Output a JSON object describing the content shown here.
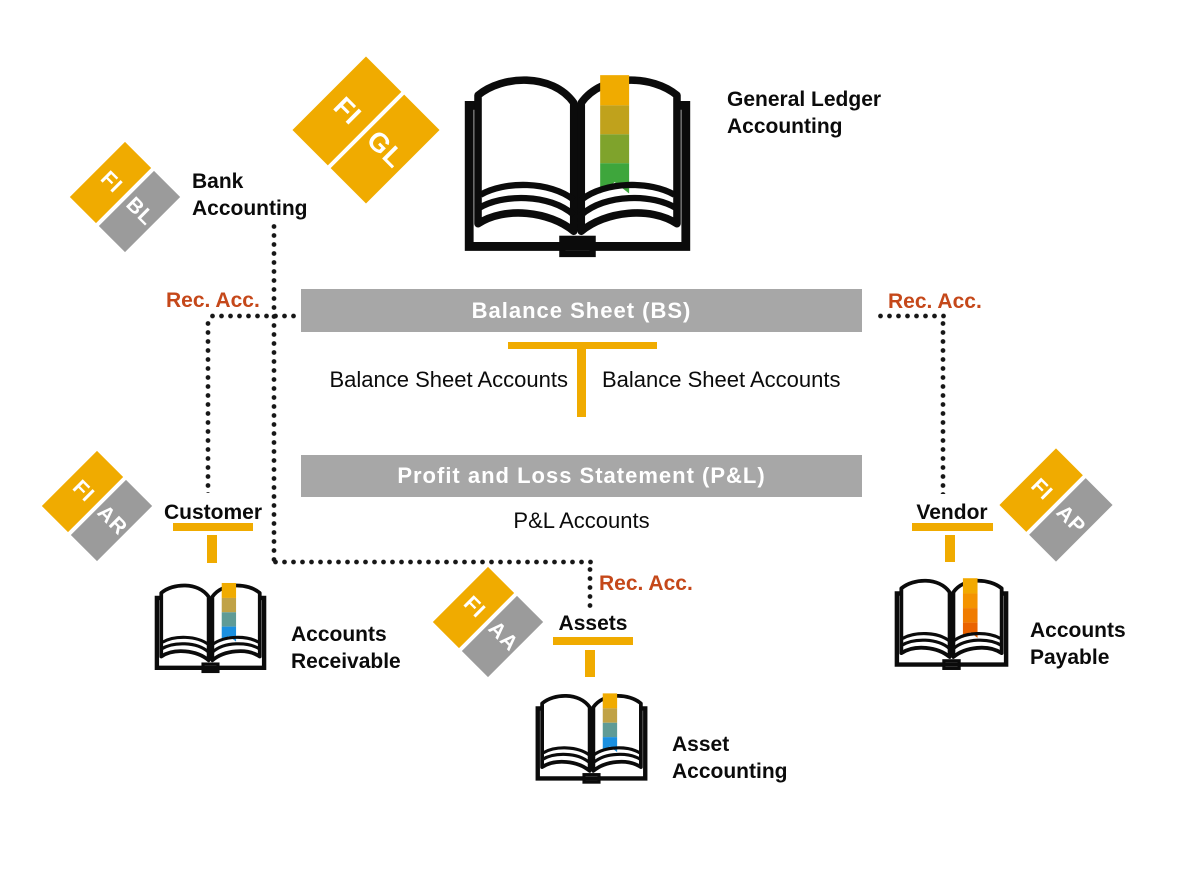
{
  "colors": {
    "orange": "#F0AB00",
    "diamond-gray": "#9B9B9B",
    "bar-gray": "#A7A7A7",
    "rec-acc": "#C5481A",
    "dot": "#161616",
    "text": "#0B0B0B",
    "bar-text": "#FFFFFF"
  },
  "bookmarks": {
    "general_ledger": [
      "#F0AB00",
      "#C0A21C",
      "#7FA32C",
      "#3EA63C"
    ],
    "accounts_receivable": [
      "#F0AB00",
      "#C0A246",
      "#5F9B96",
      "#1B90E0"
    ],
    "asset_accounting": [
      "#F0AB00",
      "#C0A246",
      "#5F9B96",
      "#1B90E0"
    ],
    "accounts_payable": [
      "#F2A900",
      "#F49300",
      "#F07C00",
      "#EA6300"
    ]
  },
  "modules": {
    "general_ledger": {
      "badge_top": "FI",
      "badge_bottom": "GL",
      "label": "General Ledger\nAccounting"
    },
    "bank": {
      "badge_top": "FI",
      "badge_bottom": "BL",
      "label": "Bank\nAccounting"
    },
    "accounts_receivable": {
      "badge_top": "FI",
      "badge_bottom": "AR",
      "entity": "Customer",
      "label": "Accounts\nReceivable"
    },
    "accounts_payable": {
      "badge_top": "FI",
      "badge_bottom": "AP",
      "entity": "Vendor",
      "label": "Accounts\nPayable"
    },
    "asset_accounting": {
      "badge_top": "FI",
      "badge_bottom": "AA",
      "entity": "Assets",
      "label": "Asset\nAccounting"
    }
  },
  "statements": {
    "balance_sheet": {
      "title": "Balance Sheet (BS)",
      "left_accounts": "Balance Sheet Accounts",
      "right_accounts": "Balance Sheet Accounts"
    },
    "profit_and_loss": {
      "title": "Profit and Loss Statement (P&L)",
      "accounts": "P&L Accounts"
    }
  },
  "connections": {
    "rec_acc_left": "Rec. Acc.",
    "rec_acc_right": "Rec. Acc.",
    "rec_acc_center": "Rec. Acc."
  }
}
